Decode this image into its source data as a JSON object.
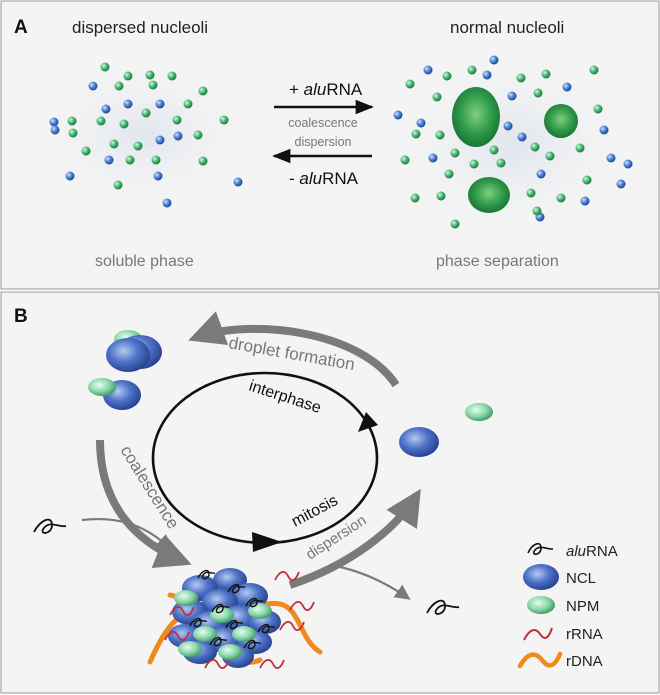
{
  "panel_a": {
    "letter": "A",
    "left_title": "dispersed nucleoli",
    "right_title": "normal nucleoli",
    "left_caption": "soluble phase",
    "right_caption": "phase separation",
    "arrow_top_prefix": "+ ",
    "arrow_top_italic": "alu",
    "arrow_top_suffix": "RNA",
    "arrow_mid_top": "coalescence",
    "arrow_mid_bottom": "dispersion",
    "arrow_bottom_prefix": "- ",
    "arrow_bottom_italic": "alu",
    "arrow_bottom_suffix": "RNA"
  },
  "panel_b": {
    "letter": "B",
    "cycle_interphase": "interphase",
    "cycle_mitosis": "mitosis",
    "droplet_formation": "droplet formation",
    "coalescence": "coalescence",
    "dispersion": "dispersion",
    "legend": [
      {
        "key": "alurna",
        "italic": "alu",
        "rest": "RNA"
      },
      {
        "key": "ncl",
        "italic": "",
        "rest": "NCL"
      },
      {
        "key": "npm",
        "italic": "",
        "rest": "NPM"
      },
      {
        "key": "rrna",
        "italic": "",
        "rest": "rRNA"
      },
      {
        "key": "rdna",
        "italic": "",
        "rest": "rDNA"
      }
    ]
  },
  "colors": {
    "panel_bg": "#f4f4f4",
    "border": "#999999",
    "blue": "#4a78c8",
    "green": "#3fae6a",
    "big_green": "#2f9a4a",
    "gray_text": "#777777",
    "gray_arrow": "#7a7a7a",
    "rrna": "#c0303a",
    "rdna": "#f08a1c"
  }
}
